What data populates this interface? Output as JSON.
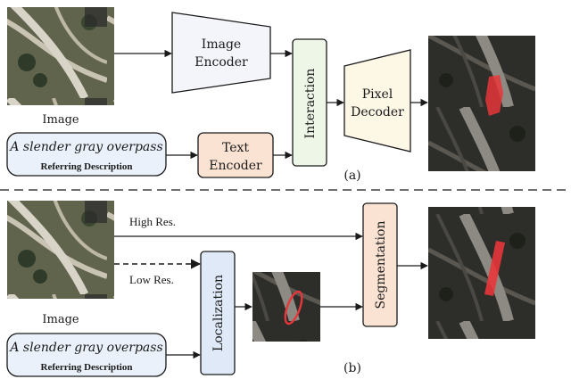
{
  "top": {
    "image_label": "Image",
    "image_encoder": [
      "Image",
      "Encoder"
    ],
    "text_encoder": [
      "Text",
      "Encoder"
    ],
    "interaction": "Interaction",
    "pixel_decoder": [
      "Pixel",
      "Decoder"
    ],
    "referring_text": "A slender gray overpass",
    "referring_caption": "Referring Description",
    "panel_label": "(a)"
  },
  "bottom": {
    "image_label": "Image",
    "high_res": "High Res.",
    "low_res": "Low Res.",
    "localization": "Localization",
    "segmentation": "Segmentation",
    "referring_text": "A slender gray overpass",
    "referring_caption": "Referring Description",
    "panel_label": "(b)"
  },
  "colors": {
    "image_encoder_fill": "#f3f5fb",
    "text_encoder_fill": "#fbe3d3",
    "interaction_fill": "#eef6e8",
    "pixel_decoder_fill": "#fdf7e6",
    "localization_fill": "#dfe9f7",
    "segmentation_fill": "#fbe3d3",
    "referring_fill": "#eaf1fa",
    "mask_red": "#e8363a"
  }
}
